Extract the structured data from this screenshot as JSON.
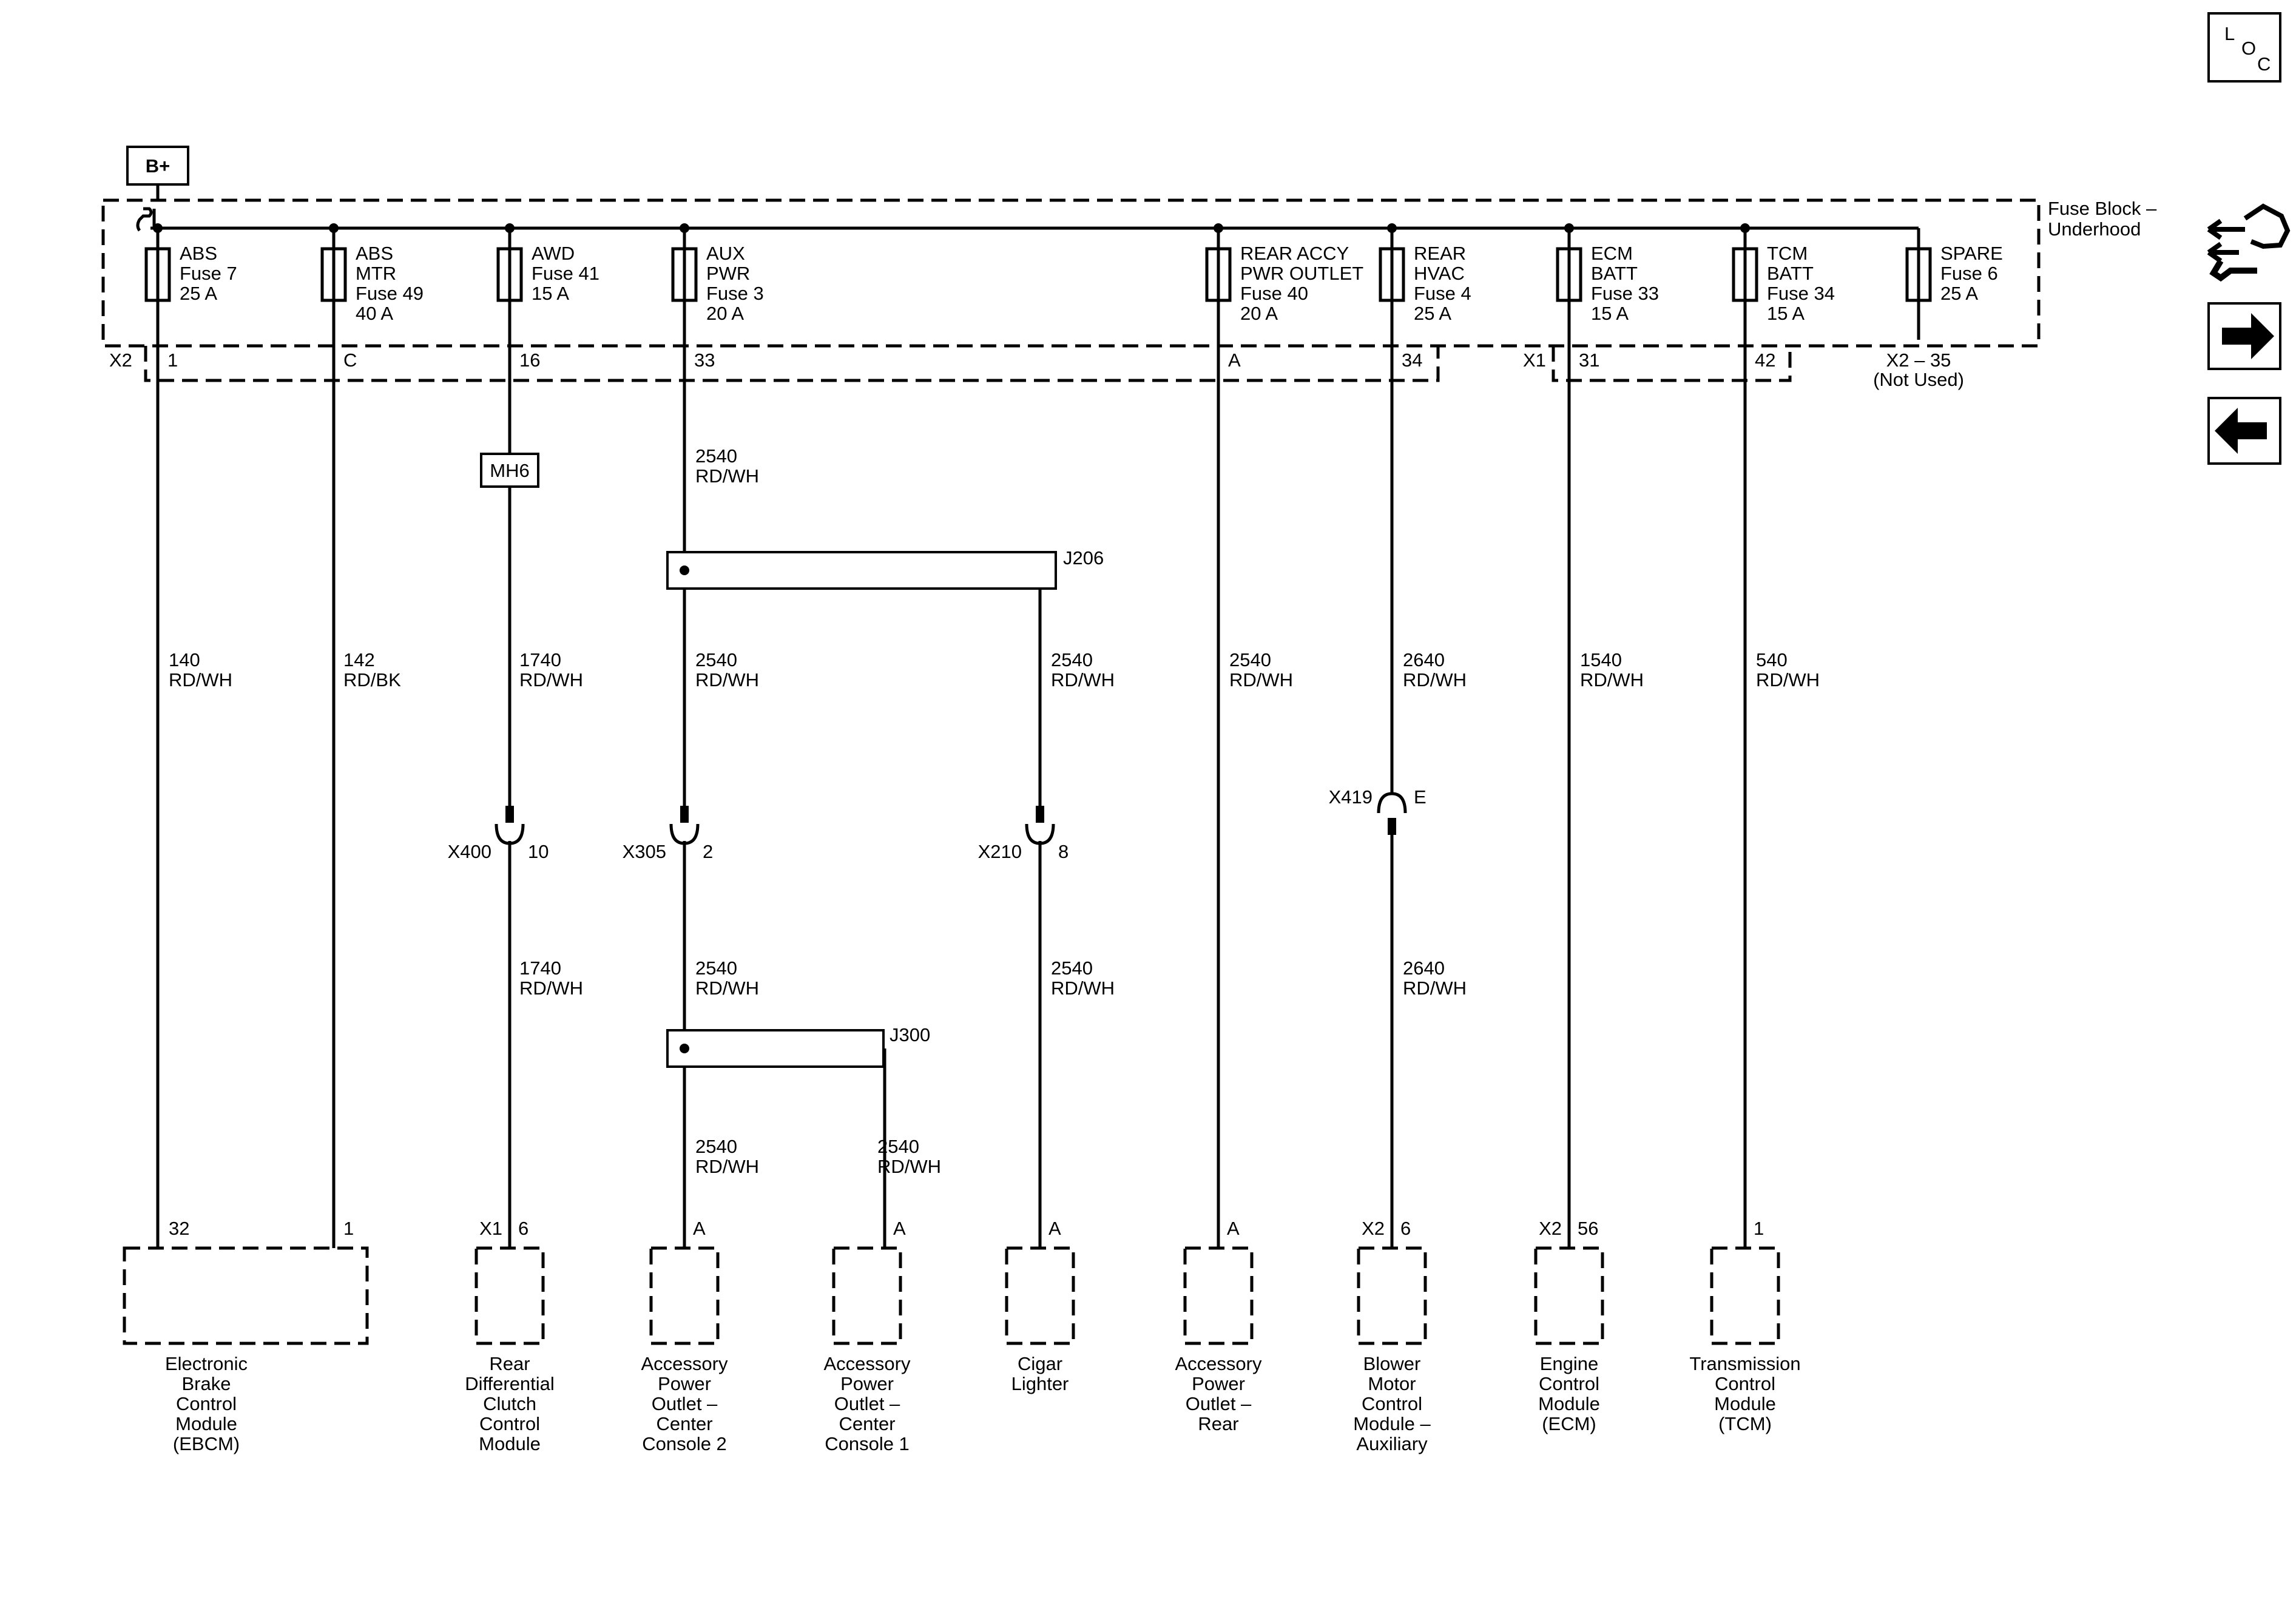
{
  "power": {
    "source_label": "B+"
  },
  "fuse_block": {
    "title_line1": "Fuse Block –",
    "title_line2": "Underhood"
  },
  "fuses": [
    {
      "lines": [
        "ABS",
        "Fuse 7",
        "25 A"
      ],
      "pin": "1"
    },
    {
      "lines": [
        "ABS",
        "MTR",
        "Fuse 49",
        "40 A"
      ],
      "pin": "C"
    },
    {
      "lines": [
        "AWD",
        "Fuse 41",
        "15 A"
      ],
      "pin": "16"
    },
    {
      "lines": [
        "AUX",
        "PWR",
        "Fuse 3",
        "20 A"
      ],
      "pin": "33"
    },
    {
      "lines": [
        "REAR ACCY",
        "PWR OUTLET",
        "Fuse 40",
        "20 A"
      ],
      "pin": "A"
    },
    {
      "lines": [
        "REAR",
        "HVAC",
        "Fuse 4",
        "25 A"
      ],
      "pin": "34"
    },
    {
      "lines": [
        "ECM",
        "BATT",
        "Fuse 33",
        "15 A"
      ],
      "pin": "31"
    },
    {
      "lines": [
        "TCM",
        "BATT",
        "Fuse 34",
        "15 A"
      ],
      "pin": "42"
    },
    {
      "lines": [
        "SPARE",
        "Fuse 6",
        "25 A"
      ],
      "pin": "X2 – 35",
      "note": "(Not Used)"
    }
  ],
  "connectors": {
    "x2": "X2",
    "x1": "X1",
    "mh6": "MH6",
    "x400": {
      "name": "X400",
      "pin": "10"
    },
    "x305": {
      "name": "X305",
      "pin": "2"
    },
    "x210": {
      "name": "X210",
      "pin": "8"
    },
    "x419": {
      "name": "X419",
      "pin": "E"
    }
  },
  "splices": {
    "j206": "J206",
    "j300": "J300"
  },
  "wires": {
    "w140": [
      "140",
      "RD/WH"
    ],
    "w142": [
      "142",
      "RD/BK"
    ],
    "w1740a": [
      "1740",
      "RD/WH"
    ],
    "w1740b": [
      "1740",
      "RD/WH"
    ],
    "w2540_top": [
      "2540",
      "RD/WH"
    ],
    "w2540_j206a": [
      "2540",
      "RD/WH"
    ],
    "w2540_j206b": [
      "2540",
      "RD/WH"
    ],
    "w2540_x305": [
      "2540",
      "RD/WH"
    ],
    "w2540_x210": [
      "2540",
      "RD/WH"
    ],
    "w2540_j300a": [
      "2540",
      "RD/WH"
    ],
    "w2540_j300b": [
      "2540",
      "RD/WH"
    ],
    "w2540_rear": [
      "2540",
      "RD/WH"
    ],
    "w2640a": [
      "2640",
      "RD/WH"
    ],
    "w2640b": [
      "2640",
      "RD/WH"
    ],
    "w1540": [
      "1540",
      "RD/WH"
    ],
    "w540": [
      "540",
      "RD/WH"
    ]
  },
  "modules": [
    {
      "pin": "32",
      "pin2": "1",
      "lines": [
        "Electronic",
        "Brake",
        "Control",
        "Module",
        "(EBCM)"
      ]
    },
    {
      "conn": "X1",
      "pin": "6",
      "lines": [
        "Rear",
        "Differential",
        "Clutch",
        "Control",
        "Module"
      ]
    },
    {
      "pin": "A",
      "lines": [
        "Accessory",
        "Power",
        "Outlet –",
        "Center",
        "Console 2"
      ]
    },
    {
      "pin": "A",
      "lines": [
        "Accessory",
        "Power",
        "Outlet –",
        "Center",
        "Console 1"
      ]
    },
    {
      "pin": "A",
      "lines": [
        "Cigar",
        "Lighter"
      ]
    },
    {
      "pin": "A",
      "lines": [
        "Accessory",
        "Power",
        "Outlet –",
        "Rear"
      ]
    },
    {
      "conn": "X2",
      "pin": "6",
      "lines": [
        "Blower",
        "Motor",
        "Control",
        "Module –",
        "Auxiliary"
      ]
    },
    {
      "conn": "X2",
      "pin": "56",
      "lines": [
        "Engine",
        "Control",
        "Module",
        "(ECM)"
      ]
    },
    {
      "pin": "1",
      "lines": [
        "Transmission",
        "Control",
        "Module",
        "(TCM)"
      ]
    }
  ],
  "nav": {
    "loc_l": "L",
    "loc_o": "O",
    "loc_c": "C",
    "icon_connector": "connector-wrench-icon",
    "icon_next": "arrow-right-icon",
    "icon_prev": "arrow-left-icon"
  }
}
